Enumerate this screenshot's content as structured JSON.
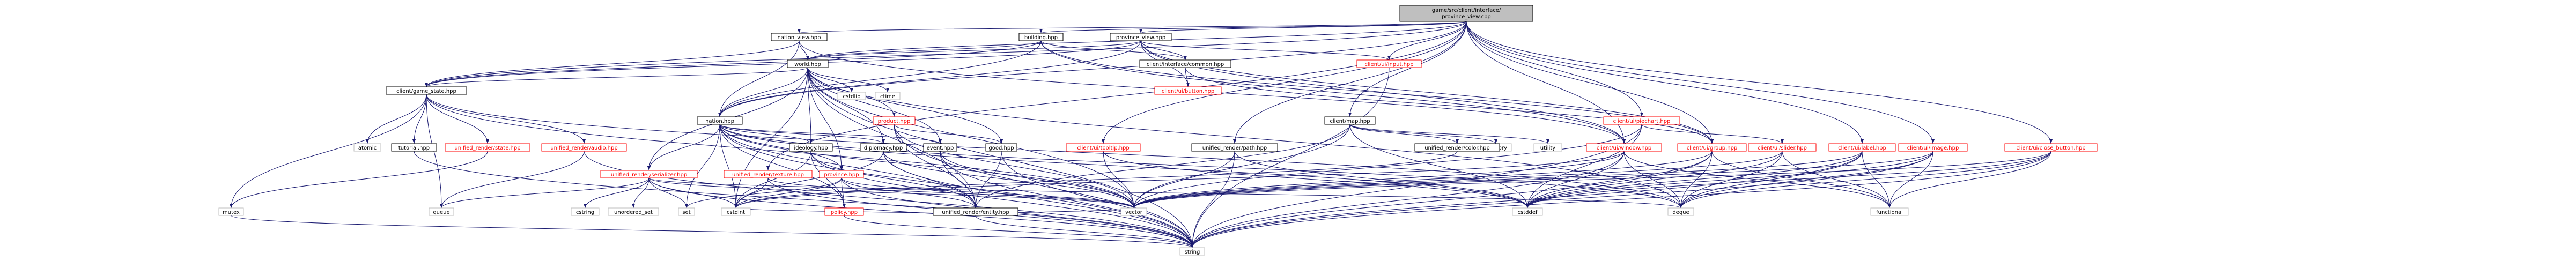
{
  "colors": {
    "root_fill": "#bfbfbf",
    "node_fill": "#ffffff",
    "text_dark": "#000000",
    "text_red": "#ff0000",
    "border_grey": "#bfbfbf",
    "border_dark": "#000000",
    "edge": "#191970"
  },
  "nodes": [
    {
      "id": "root",
      "label": "game/src/client/interface/province_view.cpp",
      "kind": "root"
    },
    {
      "id": "nation_view",
      "label": "nation_view.hpp",
      "kind": "normal"
    },
    {
      "id": "building",
      "label": "building.hpp",
      "kind": "normal"
    },
    {
      "id": "province_view",
      "label": "province_view.hpp",
      "kind": "normal"
    },
    {
      "id": "client_ui_input",
      "label": "client/ui/input.hpp",
      "kind": "red"
    },
    {
      "id": "world",
      "label": "world.hpp",
      "kind": "normal"
    },
    {
      "id": "client_interface_common",
      "label": "client/interface/common.hpp",
      "kind": "normal"
    },
    {
      "id": "client_ui_button",
      "label": "client/ui/button.hpp",
      "kind": "red"
    },
    {
      "id": "client_ui_piechart",
      "label": "client/ui/piechart.hpp",
      "kind": "red"
    },
    {
      "id": "client_map",
      "label": "client/map.hpp",
      "kind": "normal"
    },
    {
      "id": "client_game_state",
      "label": "client/game_state.hpp",
      "kind": "normal"
    },
    {
      "id": "cstdlib",
      "label": "cstdlib",
      "kind": "grey"
    },
    {
      "id": "ctime",
      "label": "ctime",
      "kind": "grey"
    },
    {
      "id": "nation",
      "label": "nation.hpp",
      "kind": "normal"
    },
    {
      "id": "product",
      "label": "product.hpp",
      "kind": "red"
    },
    {
      "id": "memory",
      "label": "memory",
      "kind": "grey"
    },
    {
      "id": "utility",
      "label": "utility",
      "kind": "grey"
    },
    {
      "id": "atomic",
      "label": "atomic",
      "kind": "grey"
    },
    {
      "id": "tutorial",
      "label": "tutorial.hpp",
      "kind": "normal"
    },
    {
      "id": "ur_state",
      "label": "unified_render/state.hpp",
      "kind": "red"
    },
    {
      "id": "ur_audio",
      "label": "unified_render/audio.hpp",
      "kind": "red"
    },
    {
      "id": "client_ui_tooltip",
      "label": "client/ui/tooltip.hpp",
      "kind": "red"
    },
    {
      "id": "ideology",
      "label": "ideology.hpp",
      "kind": "normal"
    },
    {
      "id": "diplomacy",
      "label": "diplomacy.hpp",
      "kind": "normal"
    },
    {
      "id": "event",
      "label": "event.hpp",
      "kind": "normal"
    },
    {
      "id": "good",
      "label": "good.hpp",
      "kind": "normal"
    },
    {
      "id": "ur_path",
      "label": "unified_render/path.hpp",
      "kind": "normal"
    },
    {
      "id": "ur_color",
      "label": "unified_render/color.hpp",
      "kind": "normal"
    },
    {
      "id": "client_ui_window",
      "label": "client/ui/window.hpp",
      "kind": "red"
    },
    {
      "id": "client_ui_group",
      "label": "client/ui/group.hpp",
      "kind": "red"
    },
    {
      "id": "client_ui_slider",
      "label": "client/ui/slider.hpp",
      "kind": "red"
    },
    {
      "id": "client_ui_label",
      "label": "client/ui/label.hpp",
      "kind": "red"
    },
    {
      "id": "client_ui_image",
      "label": "client/ui/image.hpp",
      "kind": "red"
    },
    {
      "id": "client_ui_close_button",
      "label": "client/ui/close_button.hpp",
      "kind": "red"
    },
    {
      "id": "ur_serializer",
      "label": "unified_render/serializer.hpp",
      "kind": "red"
    },
    {
      "id": "ur_texture",
      "label": "unified_render/texture.hpp",
      "kind": "red"
    },
    {
      "id": "province",
      "label": "province.hpp",
      "kind": "red"
    },
    {
      "id": "mutex",
      "label": "mutex",
      "kind": "grey"
    },
    {
      "id": "queue",
      "label": "queue",
      "kind": "grey"
    },
    {
      "id": "cstring",
      "label": "cstring",
      "kind": "grey"
    },
    {
      "id": "unordered_set",
      "label": "unordered_set",
      "kind": "grey"
    },
    {
      "id": "set",
      "label": "set",
      "kind": "grey"
    },
    {
      "id": "cstdint",
      "label": "cstdint",
      "kind": "grey"
    },
    {
      "id": "policy",
      "label": "policy.hpp",
      "kind": "red"
    },
    {
      "id": "ur_entity",
      "label": "unified_render/entity.hpp",
      "kind": "normal"
    },
    {
      "id": "vector",
      "label": "vector",
      "kind": "grey"
    },
    {
      "id": "deque",
      "label": "deque",
      "kind": "grey"
    },
    {
      "id": "cstddef",
      "label": "cstddef",
      "kind": "grey"
    },
    {
      "id": "functional",
      "label": "functional",
      "kind": "grey"
    },
    {
      "id": "string",
      "label": "string",
      "kind": "grey"
    }
  ],
  "edges": [
    [
      "root",
      "nation_view"
    ],
    [
      "root",
      "building"
    ],
    [
      "root",
      "province_view"
    ],
    [
      "root",
      "world"
    ],
    [
      "root",
      "client_game_state"
    ],
    [
      "root",
      "client_ui_input"
    ],
    [
      "root",
      "client_ui_piechart"
    ],
    [
      "root",
      "client_map"
    ],
    [
      "root",
      "client_ui_window"
    ],
    [
      "root",
      "client_ui_group"
    ],
    [
      "root",
      "client_ui_label"
    ],
    [
      "root",
      "client_ui_image"
    ],
    [
      "root",
      "client_ui_close_button"
    ],
    [
      "root",
      "client_ui_tooltip"
    ],
    [
      "root",
      "ur_texture"
    ],
    [
      "root",
      "ur_path"
    ],
    [
      "root",
      "nation"
    ],
    [
      "nation_view",
      "world"
    ],
    [
      "nation_view",
      "nation"
    ],
    [
      "nation_view",
      "client_game_state"
    ],
    [
      "nation_view",
      "client_ui_window"
    ],
    [
      "building",
      "world"
    ],
    [
      "building",
      "nation"
    ],
    [
      "building",
      "client_game_state"
    ],
    [
      "building",
      "client_interface_common"
    ],
    [
      "building",
      "client_ui_group"
    ],
    [
      "building",
      "client_ui_window"
    ],
    [
      "province_view",
      "world"
    ],
    [
      "province_view",
      "nation"
    ],
    [
      "province_view",
      "client_game_state"
    ],
    [
      "province_view",
      "client_interface_common"
    ],
    [
      "province_view",
      "client_ui_input"
    ],
    [
      "province_view",
      "client_ui_button"
    ],
    [
      "province_view",
      "client_ui_window"
    ],
    [
      "province_view",
      "client_ui_group"
    ],
    [
      "client_interface_common",
      "client_ui_button"
    ],
    [
      "client_interface_common",
      "client_ui_group"
    ],
    [
      "client_ui_input",
      "string"
    ],
    [
      "world",
      "cstdlib"
    ],
    [
      "world",
      "ctime"
    ],
    [
      "world",
      "nation"
    ],
    [
      "world",
      "product"
    ],
    [
      "world",
      "client_game_state"
    ],
    [
      "world",
      "ideology"
    ],
    [
      "world",
      "diplomacy"
    ],
    [
      "world",
      "event"
    ],
    [
      "world",
      "good"
    ],
    [
      "world",
      "province"
    ],
    [
      "world",
      "cstdint"
    ],
    [
      "world",
      "vector"
    ],
    [
      "world",
      "deque"
    ],
    [
      "world",
      "ur_serializer"
    ],
    [
      "world",
      "ur_entity"
    ],
    [
      "world",
      "string"
    ],
    [
      "client_game_state",
      "atomic"
    ],
    [
      "client_game_state",
      "tutorial"
    ],
    [
      "client_game_state",
      "ur_state"
    ],
    [
      "client_game_state",
      "ur_audio"
    ],
    [
      "client_game_state",
      "mutex"
    ],
    [
      "client_game_state",
      "queue"
    ],
    [
      "client_game_state",
      "vector"
    ],
    [
      "client_game_state",
      "deque"
    ],
    [
      "ur_state",
      "mutex"
    ],
    [
      "ur_audio",
      "queue"
    ],
    [
      "ur_audio",
      "string"
    ],
    [
      "nation",
      "ideology"
    ],
    [
      "nation",
      "diplomacy"
    ],
    [
      "nation",
      "event"
    ],
    [
      "nation",
      "province"
    ],
    [
      "nation",
      "ur_serializer"
    ],
    [
      "nation",
      "ur_entity"
    ],
    [
      "nation",
      "cstdint"
    ],
    [
      "nation",
      "set"
    ],
    [
      "nation",
      "vector"
    ],
    [
      "nation",
      "deque"
    ],
    [
      "nation",
      "string"
    ],
    [
      "nation",
      "cstddef"
    ],
    [
      "nation",
      "policy"
    ],
    [
      "product",
      "good"
    ],
    [
      "product",
      "ur_entity"
    ],
    [
      "product",
      "string"
    ],
    [
      "product",
      "vector"
    ],
    [
      "client_map",
      "ur_color"
    ],
    [
      "client_map",
      "memory"
    ],
    [
      "client_map",
      "utility"
    ],
    [
      "client_map",
      "vector"
    ],
    [
      "client_map",
      "cstddef"
    ],
    [
      "client_map",
      "ur_entity"
    ],
    [
      "ur_serializer",
      "cstring"
    ],
    [
      "ur_serializer",
      "unordered_set"
    ],
    [
      "ur_serializer",
      "cstdint"
    ],
    [
      "ur_serializer",
      "set"
    ],
    [
      "ur_serializer",
      "queue"
    ],
    [
      "ur_serializer",
      "vector"
    ],
    [
      "ur_serializer",
      "deque"
    ],
    [
      "ur_serializer",
      "string"
    ],
    [
      "ur_texture",
      "cstdint"
    ],
    [
      "ur_texture",
      "string"
    ],
    [
      "ur_texture",
      "vector"
    ],
    [
      "client_ui_tooltip",
      "vector"
    ],
    [
      "client_ui_tooltip",
      "cstddef"
    ],
    [
      "province",
      "set"
    ],
    [
      "province",
      "cstdint"
    ],
    [
      "province",
      "ur_entity"
    ],
    [
      "province",
      "policy"
    ],
    [
      "province",
      "vector"
    ],
    [
      "province",
      "string"
    ],
    [
      "ideology",
      "ur_entity"
    ],
    [
      "ideology",
      "policy"
    ],
    [
      "ideology",
      "string"
    ],
    [
      "ideology",
      "cstdint"
    ],
    [
      "diplomacy",
      "ur_entity"
    ],
    [
      "diplomacy",
      "string"
    ],
    [
      "diplomacy",
      "vector"
    ],
    [
      "diplomacy",
      "cstdint"
    ],
    [
      "event",
      "ur_entity"
    ],
    [
      "event",
      "vector"
    ],
    [
      "event",
      "string"
    ],
    [
      "good",
      "ur_entity"
    ],
    [
      "good",
      "string"
    ],
    [
      "ur_path",
      "string"
    ],
    [
      "ur_path",
      "vector"
    ],
    [
      "ur_path",
      "cstddef"
    ],
    [
      "ur_color",
      "cstdint"
    ],
    [
      "client_ui_window",
      "deque"
    ],
    [
      "client_ui_window",
      "vector"
    ],
    [
      "client_ui_window",
      "string"
    ],
    [
      "client_ui_window",
      "cstddef"
    ],
    [
      "client_ui_window",
      "functional"
    ],
    [
      "client_ui_window",
      "cstdint"
    ],
    [
      "client_ui_group",
      "vector"
    ],
    [
      "client_ui_group",
      "deque"
    ],
    [
      "client_ui_group",
      "cstddef"
    ],
    [
      "client_ui_group",
      "functional"
    ],
    [
      "client_ui_group",
      "string"
    ],
    [
      "client_ui_piechart",
      "client_ui_slider"
    ],
    [
      "client_ui_piechart",
      "vector"
    ],
    [
      "client_ui_piechart",
      "cstddef"
    ],
    [
      "client_ui_piechart",
      "string"
    ],
    [
      "client_ui_slider",
      "vector"
    ],
    [
      "client_ui_slider",
      "deque"
    ],
    [
      "client_ui_slider",
      "cstddef"
    ],
    [
      "client_ui_slider",
      "functional"
    ],
    [
      "client_ui_label",
      "vector"
    ],
    [
      "client_ui_label",
      "deque"
    ],
    [
      "client_ui_label",
      "cstddef"
    ],
    [
      "client_ui_label",
      "functional"
    ],
    [
      "client_ui_label",
      "string"
    ],
    [
      "client_ui_image",
      "vector"
    ],
    [
      "client_ui_image",
      "deque"
    ],
    [
      "client_ui_image",
      "cstddef"
    ],
    [
      "client_ui_image",
      "functional"
    ],
    [
      "client_ui_image",
      "string"
    ],
    [
      "client_ui_close_button",
      "vector"
    ],
    [
      "client_ui_close_button",
      "deque"
    ],
    [
      "client_ui_close_button",
      "cstddef"
    ],
    [
      "client_ui_close_button",
      "functional"
    ],
    [
      "client_ui_close_button",
      "string"
    ],
    [
      "ur_entity",
      "string"
    ],
    [
      "ur_entity",
      "cstdint"
    ],
    [
      "ur_entity",
      "vector"
    ],
    [
      "policy",
      "string"
    ],
    [
      "tutorial",
      "string"
    ],
    [
      "mutex",
      "string"
    ]
  ]
}
